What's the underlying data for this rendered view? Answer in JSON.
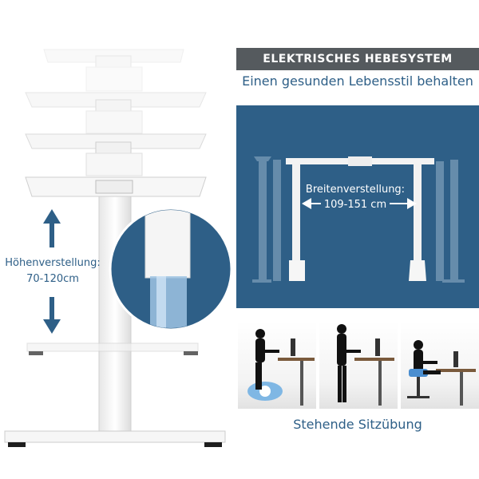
{
  "banner": {
    "title": "ELEKTRISCHES HEBESYSTEM",
    "subtitle": "Einen gesunden Lebensstil behalten"
  },
  "width_adjustment": {
    "label": "Breitenverstellung:",
    "range": "109-151 cm"
  },
  "height_adjustment": {
    "label": "Höhenverstellung:",
    "range": "70-120cm"
  },
  "poses": {
    "caption": "Stehende Sitzübung"
  },
  "colors": {
    "brand_blue": "#2e5f87",
    "banner_gray": "#555a5e",
    "frame_white": "#f4f4f4"
  }
}
